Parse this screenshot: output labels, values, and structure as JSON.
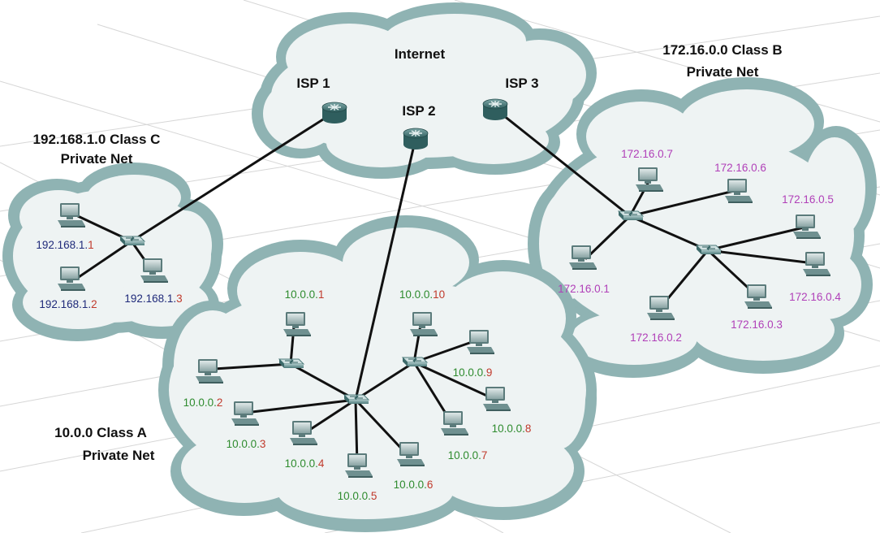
{
  "labels": {
    "internet": "Internet",
    "isp1": "ISP 1",
    "isp2": "ISP 2",
    "isp3": "ISP 3",
    "classC_line1": "192.168.1.0 Class C",
    "classC_line2": "Private Net",
    "classB_line1": "172.16.0.0 Class B",
    "classB_line2": "Private Net",
    "classA_line1": "10.0.0 Class A",
    "classA_line2": "Private Net"
  },
  "classC_hosts": [
    {
      "net": "192.168.1.",
      "host": "1"
    },
    {
      "net": "192.168.1.",
      "host": "2"
    },
    {
      "net": "192.168.1.",
      "host": "3"
    }
  ],
  "classA_hosts": [
    {
      "net": "10.0.0.",
      "host": "1"
    },
    {
      "net": "10.0.0.",
      "host": "2"
    },
    {
      "net": "10.0.0.",
      "host": "3"
    },
    {
      "net": "10.0.0.",
      "host": "4"
    },
    {
      "net": "10.0.0.",
      "host": "5"
    },
    {
      "net": "10.0.0.",
      "host": "6"
    },
    {
      "net": "10.0.0.",
      "host": "7"
    },
    {
      "net": "10.0.0.",
      "host": "8"
    },
    {
      "net": "10.0.0.",
      "host": "9"
    },
    {
      "net": "10.0.0.",
      "host": "10"
    }
  ],
  "classB_hosts": [
    "172.16.0.1",
    "172.16.0.2",
    "172.16.0.3",
    "172.16.0.4",
    "172.16.0.5",
    "172.16.0.6",
    "172.16.0.7"
  ],
  "colors": {
    "cloud_border": "#8fb3b3",
    "cloud_fill": "#eef3f3",
    "classC_net_text": "#1f2a7a",
    "classC_host_text": "#c0392b",
    "classA_net_text": "#2e8b2e",
    "classA_host_text": "#c0392b",
    "classB_text": "#b03fb8",
    "router": "#4f8080",
    "link": "#111111"
  }
}
